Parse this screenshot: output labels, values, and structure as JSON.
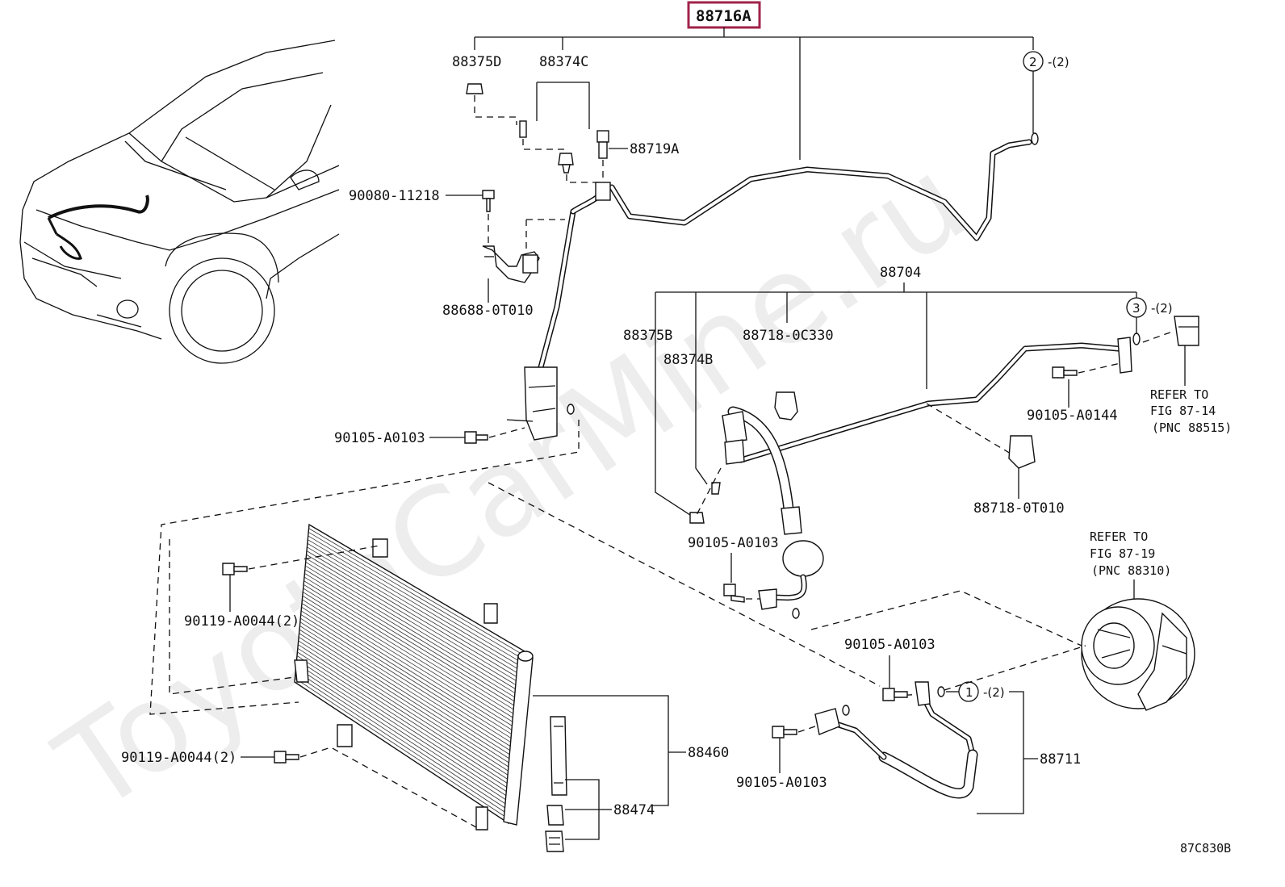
{
  "watermark": "ToyotaCarMine.ru",
  "highlight_color": "#a0234a",
  "labels": {
    "main_part": "88716A",
    "p88375D": "88375D",
    "p88374C": "88374C",
    "p88719A": "88719A",
    "p90080_11218": "90080-11218",
    "p88688_0T010": "88688-0T010",
    "p90105_A0103_a": "90105-A0103",
    "p88704": "88704",
    "p88375B": "88375B",
    "p88374B": "88374B",
    "p88718_0C330": "88718-0C330",
    "p90105_A0144": "90105-A0144",
    "p88718_0T010": "88718-0T010",
    "p90105_A0103_b": "90105-A0103",
    "p90119_A0044_a": "90119-A0044(2)",
    "p90119_A0044_b": "90119-A0044(2)",
    "p88460": "88460",
    "p88474": "88474",
    "p90105_A0103_c": "90105-A0103",
    "p90105_A0103_d": "90105-A0103",
    "p88711": "88711",
    "figure_code": "87C830B"
  },
  "circled_refs": [
    {
      "num": "2",
      "qty": "-(2)"
    },
    {
      "num": "3",
      "qty": "-(2)"
    },
    {
      "num": "1",
      "qty": "-(2)"
    }
  ],
  "refer_notes": {
    "fig_87_14": [
      "REFER TO",
      "FIG 87-14",
      "(PNC 88515)"
    ],
    "fig_87_19": [
      "REFER TO",
      "FIG 87-19",
      "(PNC 88310)"
    ]
  }
}
